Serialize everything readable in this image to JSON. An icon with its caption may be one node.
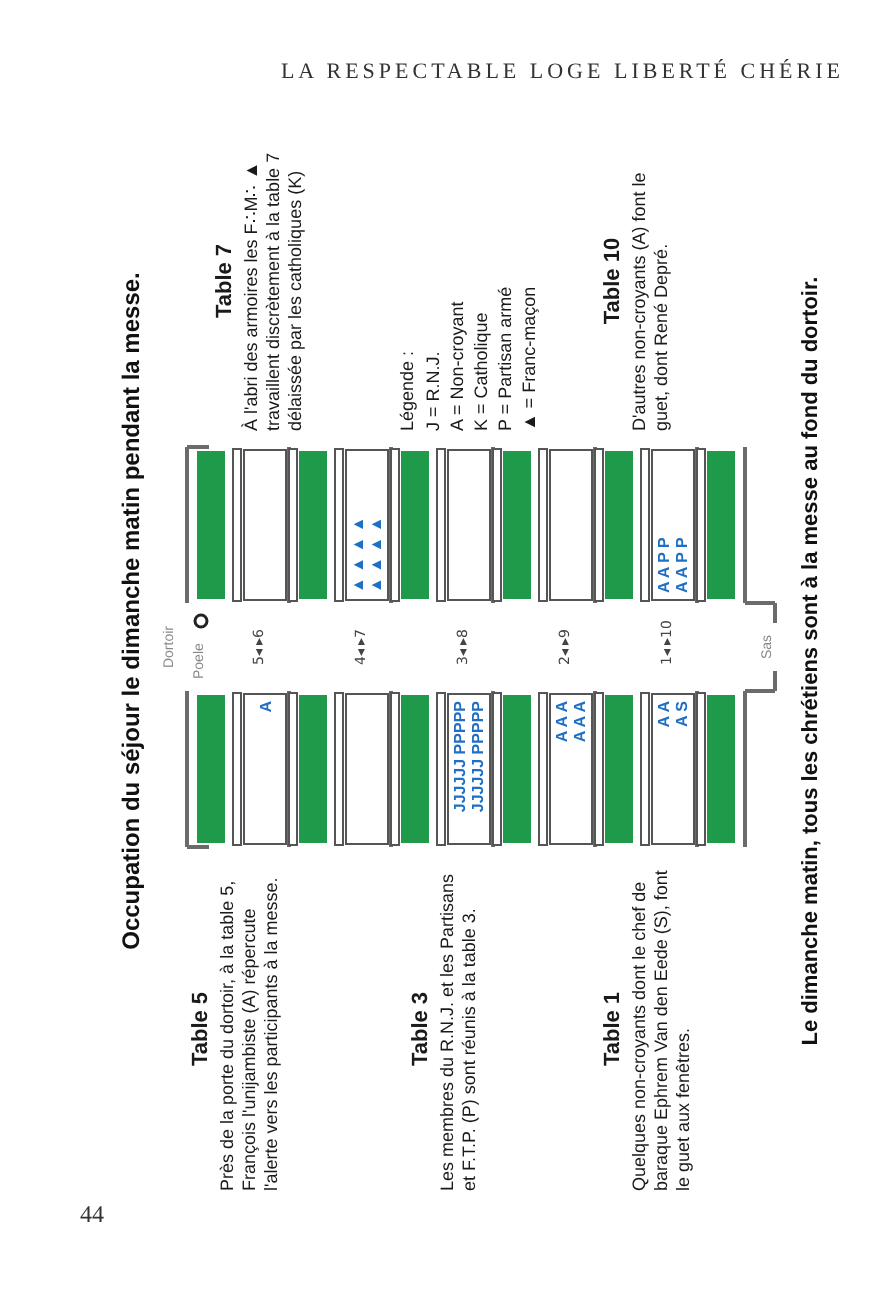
{
  "diagram": {
    "title": "Occupation du séjour le dimanche matin pendant la messe.",
    "caption": "Le dimanche matin, tous les chrétiens sont à la messe au fond du dortoir.",
    "nodes": [
      {
        "text": [
          "A"
        ]
      },
      {
        "text": [],
        "shape": "box"
      },
      {
        "text": [],
        "shape": "box"
      },
      {
        "text": [
          "▲ ▲ ▲ ▲",
          "▲ ▲ ▲ ▲"
        ]
      },
      {
        "text": [
          "JJJJJJ PPPPP",
          "JJJJJJ PPPPP"
        ]
      },
      {
        "text": [],
        "shape": "box"
      },
      {
        "text": [
          "A A A",
          "A A A"
        ]
      },
      {
        "text": [],
        "shape": "box"
      },
      {
        "text": [
          "A A",
          "A S"
        ]
      },
      {
        "text": [
          "A A P P",
          "A A P P"
        ]
      }
    ],
    "labels": [
      "LA RESPECTABLE LOGE LIBERTÉ CHÉRIE",
      "Table 5",
      "Près de la porte du dortoir, à la table 5, François l'unijambiste (A) répercute l'alerte vers les participants à la messe.",
      "Table 3",
      "Les membres du R.N.J. et les Partisans et F.T.P. (P) sont réunis à la table 3.",
      "Table 1",
      "Quelques non-croyants dont le chef de baraque Ephrem Van den Eede (S), font le guet aux fenêtres.",
      "Table 7",
      "À l'abri des armoires les F∴M∴ ▲ travaillent discrètement à la table 7 délaissée par les catholiques (K)",
      "Légende :",
      "J = R.N.J.",
      "A = Non-croyant",
      "K = Catholique",
      "P = Partisan armé",
      "▲ = Franc-maçon",
      "Table 10",
      "D'autres non-croyants (A) font le guet, dont René Depré.",
      "Dortoir",
      "Poele",
      "5◂",
      "▸6",
      "4◂",
      "▸7",
      "3◂",
      "▸8",
      "2◂",
      "▸9",
      "1◂",
      "▸10",
      "Sas",
      "44"
    ]
  }
}
